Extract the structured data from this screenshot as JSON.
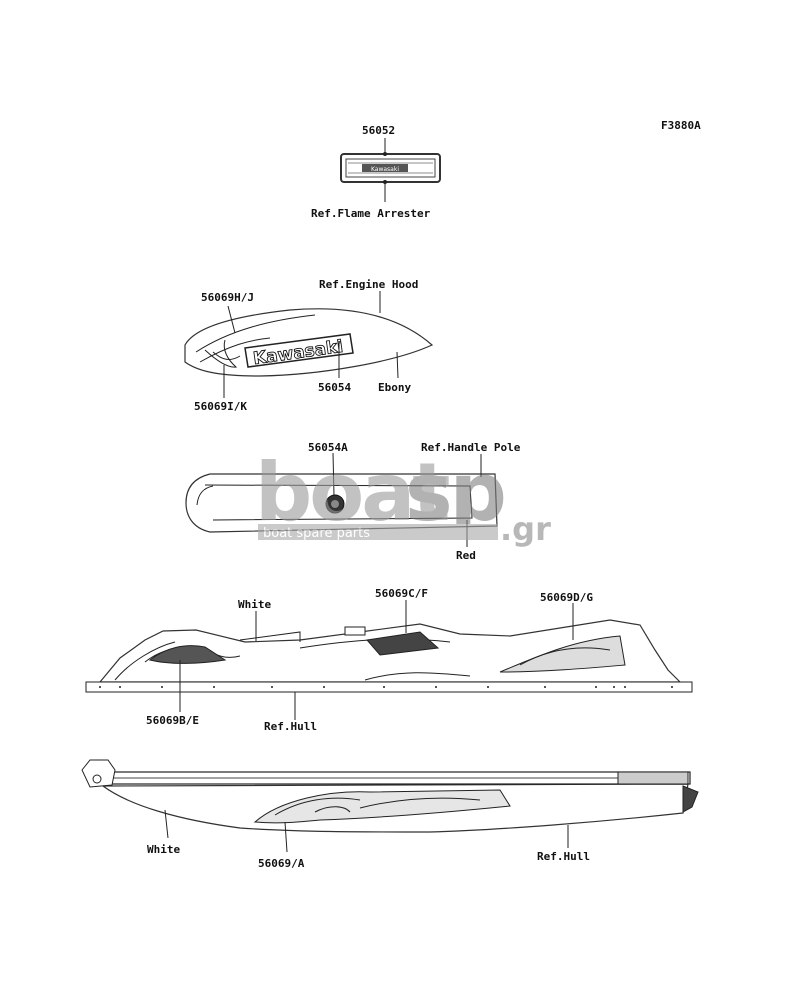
{
  "figure_code": "F3880A",
  "labels": {
    "l56052": "56052",
    "ref_flame_arrester": "Ref.Flame Arrester",
    "ref_engine_hood": "Ref.Engine Hood",
    "l56069hj": "56069H/J",
    "l56054": "56054",
    "ebony": "Ebony",
    "l56069ik": "56069I/K",
    "l56054a": "56054A",
    "ref_handle_pole": "Ref.Handle Pole",
    "red": "Red",
    "white_1": "White",
    "l56069cf": "56069C/F",
    "l56069dg": "56069D/G",
    "l56069be": "56069B/E",
    "ref_hull_1": "Ref.Hull",
    "white_2": "White",
    "l56069a": "56069/A",
    "ref_hull_2": "Ref.Hull"
  },
  "decal_text": {
    "hood_brand": "Kawasaki",
    "arrester_plate": "Kawasaki"
  },
  "watermark": {
    "brand_1": "boat",
    "brand_2": "sp",
    "suffix": ".gr",
    "tagline": "boat spare parts"
  }
}
